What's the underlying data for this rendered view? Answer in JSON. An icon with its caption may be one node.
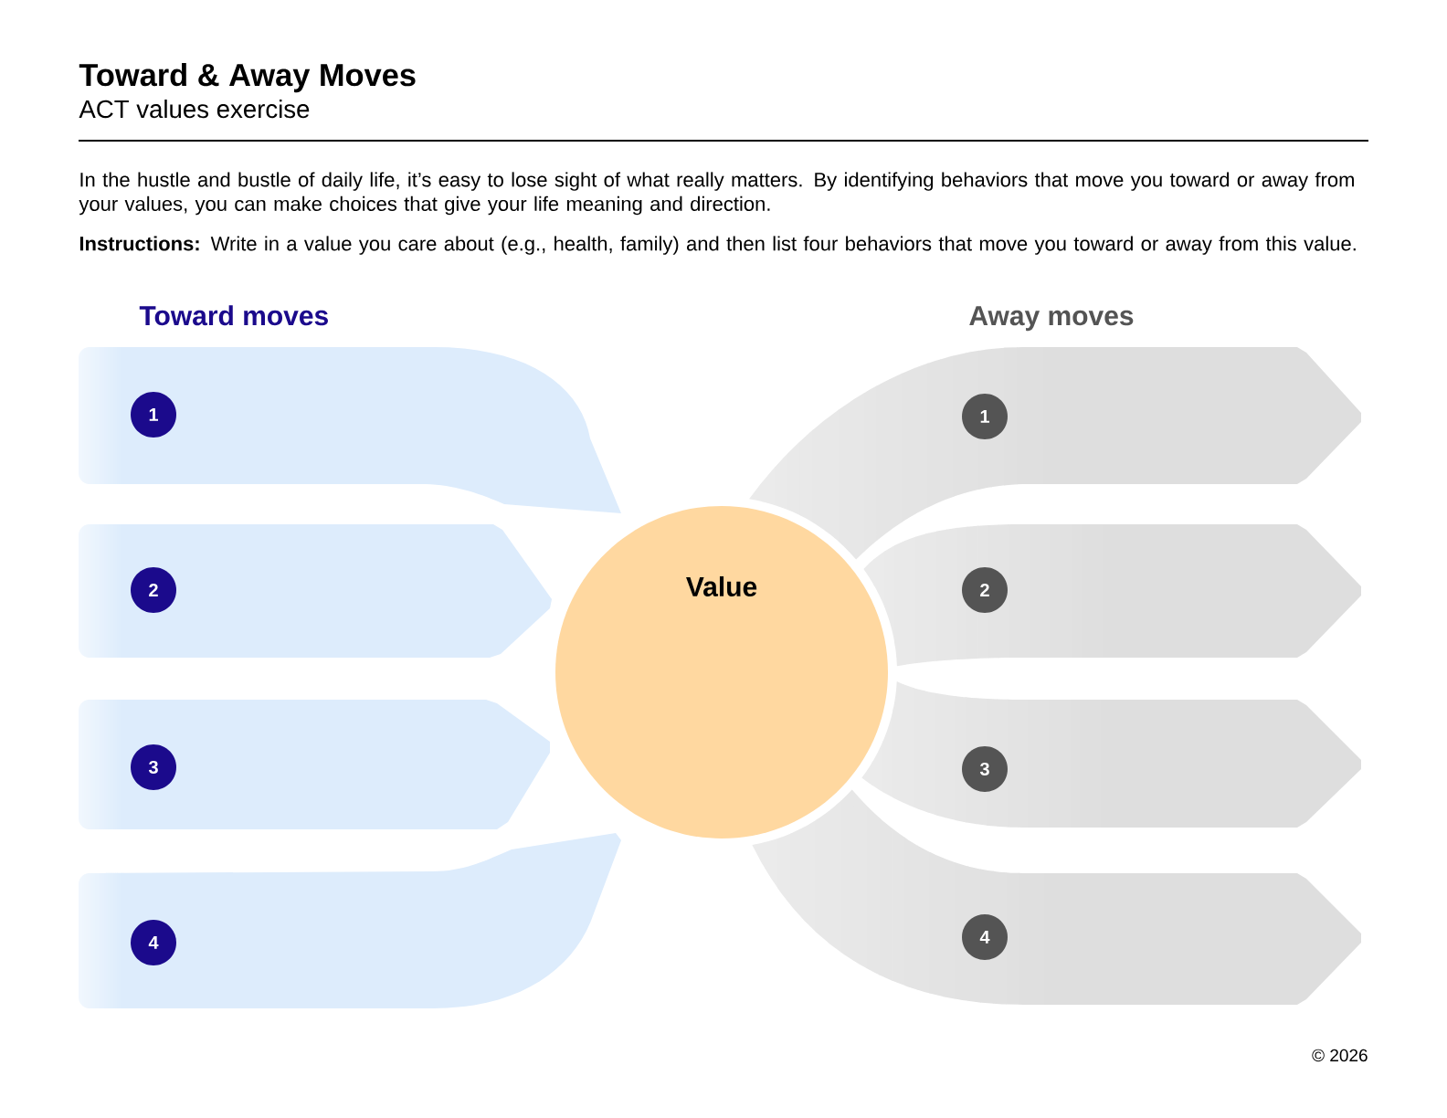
{
  "diagram": {
    "title": "Toward & Away Moves",
    "nodes": [
      {
        "text": [],
        "shape": "arrow"
      },
      {
        "text": [
          "1"
        ],
        "in": 0
      },
      {
        "text": [],
        "shape": "arrow"
      },
      {
        "text": [
          "2"
        ],
        "in": 2
      },
      {
        "text": [],
        "shape": "arrow"
      },
      {
        "text": [
          "3"
        ],
        "in": 4
      },
      {
        "text": [],
        "shape": "arrow"
      },
      {
        "text": [
          "4"
        ],
        "in": 6
      },
      {
        "text": [
          "Value"
        ]
      },
      {
        "text": [],
        "shape": "arrow"
      },
      {
        "text": [
          "1"
        ],
        "in": 9
      },
      {
        "text": [],
        "shape": "arrow"
      },
      {
        "text": [
          "2"
        ],
        "in": 11
      },
      {
        "text": [],
        "shape": "arrow"
      },
      {
        "text": [
          "3"
        ],
        "in": 13
      },
      {
        "text": [],
        "shape": "arrow"
      },
      {
        "text": [
          "4"
        ],
        "in": 15
      }
    ],
    "labels": [
      "ACT values exercise",
      "In the hustle and bustle of daily life, it’s easy to lose sight of what really matters. By identifying behaviors that move you toward or away from your values, you can make choices that give your life meaning and direction.",
      "**Instructions:** Write in a value you care about (e.g., health, family) and then list four behaviors that move you toward or away from this value.",
      "Toward moves",
      "Away moves",
      "© 2026"
    ]
  }
}
